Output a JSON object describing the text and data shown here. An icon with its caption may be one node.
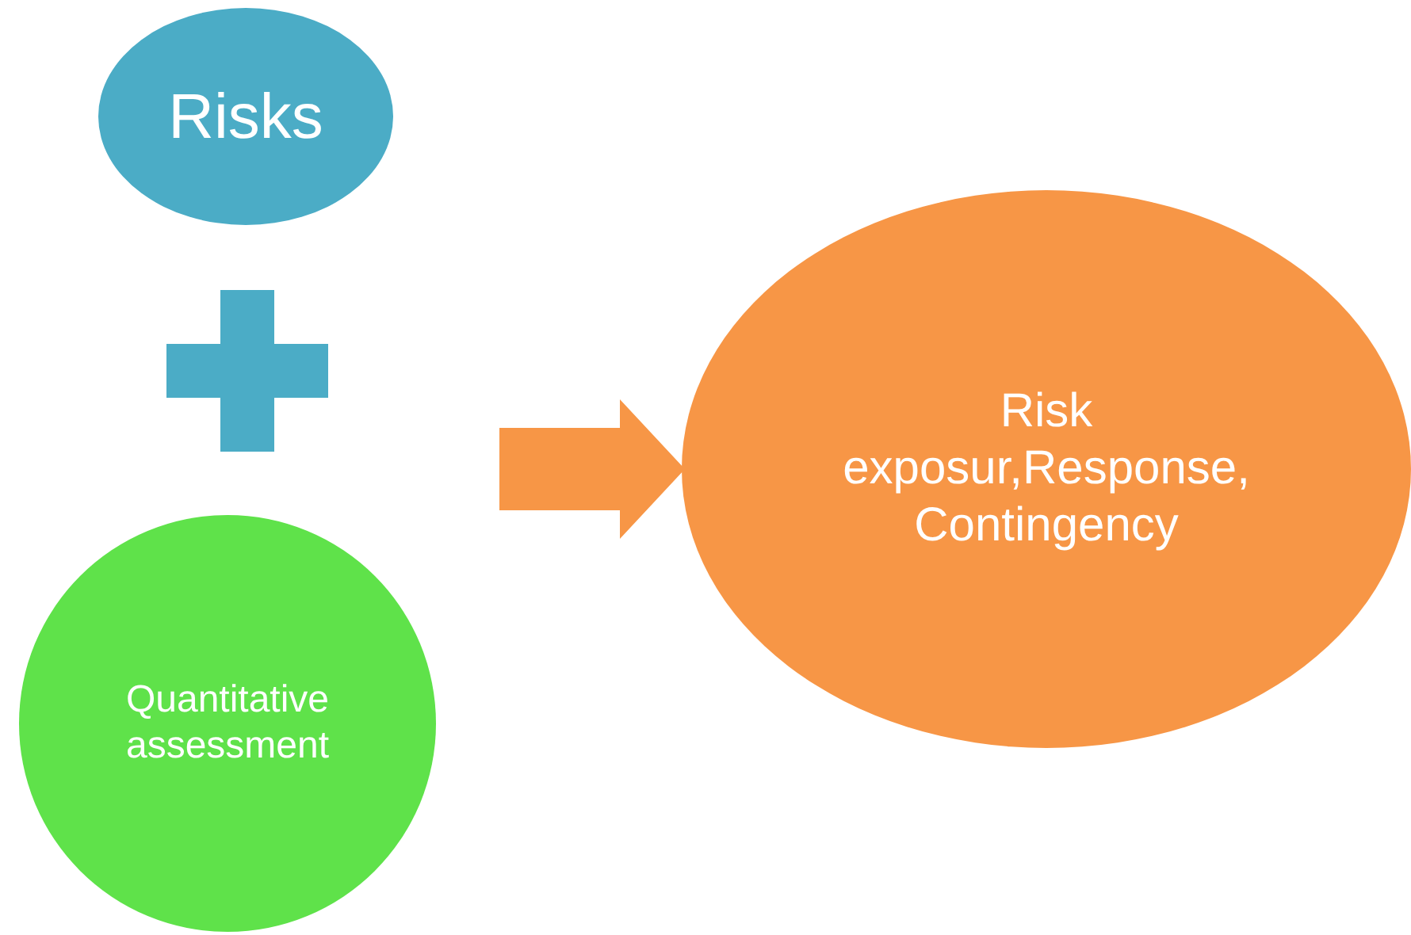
{
  "diagram": {
    "nodes": [
      {
        "text": [
          "Risks"
        ]
      },
      {
        "text": [
          "Quantitative assessment"
        ]
      },
      {
        "text": [
          "Risk exposur,Response, Contingency"
        ]
      }
    ],
    "edges": [
      {
        "from": null,
        "to": 2,
        "arrow": "to"
      }
    ]
  }
}
